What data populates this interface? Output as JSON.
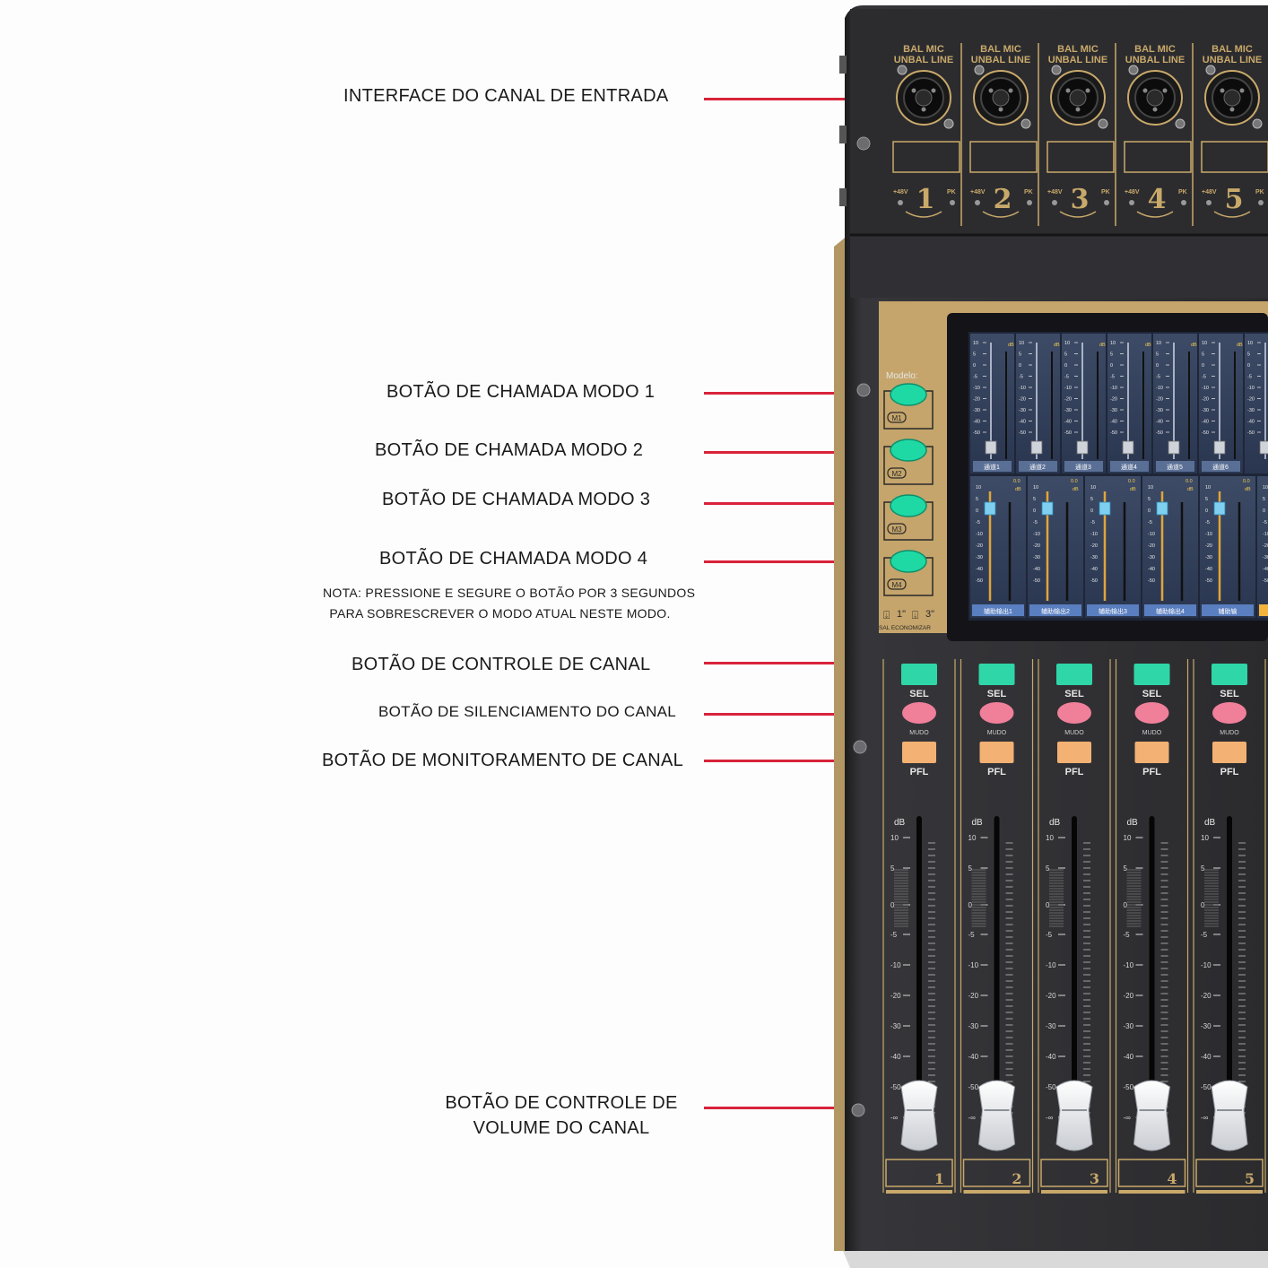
{
  "callouts": {
    "input_interface": "INTERFACE DO CANAL DE ENTRADA",
    "mode1": "BOTÃO DE CHAMADA MODO 1",
    "mode2": "BOTÃO DE CHAMADA MODO 2",
    "mode3": "BOTÃO DE CHAMADA MODO 3",
    "mode4": "BOTÃO DE CHAMADA MODO 4",
    "note_line1": "NOTA: PRESSIONE E SEGURE O BOTÃO POR 3 SEGUNDOS",
    "note_line2": "PARA SOBRESCREVER O MODO ATUAL NESTE MODO.",
    "channel_control": "BOTÃO DE CONTROLE DE CANAL",
    "channel_mute": "BOTÃO DE SILENCIAMENTO DO CANAL",
    "channel_monitor": "BOTÃO DE MONITORAMENTO DE CANAL",
    "volume_line1": "BOTÃO DE CONTROLE DE",
    "volume_line2": "VOLUME DO CANAL"
  },
  "mixer": {
    "input_label_1": "BAL MIC",
    "input_label_2": "UNBAL LINE",
    "phantom": "+48V",
    "peak": "PK",
    "modes_title": "Modelo:",
    "modes": [
      "M1",
      "M2",
      "M3",
      "M4"
    ],
    "save_hint_1": "1\"",
    "save_hint_2": "3\"",
    "save_caption": "SAL ECONOMIZAR",
    "sel_label": "SEL",
    "mute_label": "MUDO",
    "pfl_label": "PFL",
    "db_label": "dB",
    "fader_scale": [
      "10",
      "5",
      "0",
      "-5",
      "-10",
      "-20",
      "-30",
      "-40",
      "-50",
      "-∞"
    ],
    "screen_scale": [
      "10",
      "5",
      "0",
      "-5",
      "-10",
      "-20",
      "-30",
      "-40",
      "-50"
    ],
    "screen_top_tabs": [
      "通道1",
      "通道2",
      "通道3",
      "通道4",
      "通道5",
      "通道6"
    ],
    "screen_bottom_tabs": [
      "辅助输出1",
      "辅助输出2",
      "辅助输出3",
      "辅助输出4",
      "辅助输"
    ],
    "screen_value": "0.0",
    "channels": [
      "1",
      "2",
      "3",
      "4",
      "5"
    ]
  },
  "colors": {
    "accent_line": "#d8233a",
    "panel": "#2a2a2c",
    "gold": "#c9a96a",
    "sel": "#2fd6a8",
    "mute": "#f07f9a",
    "pfl": "#f3b173",
    "mode_button": "#1fd9a5"
  }
}
